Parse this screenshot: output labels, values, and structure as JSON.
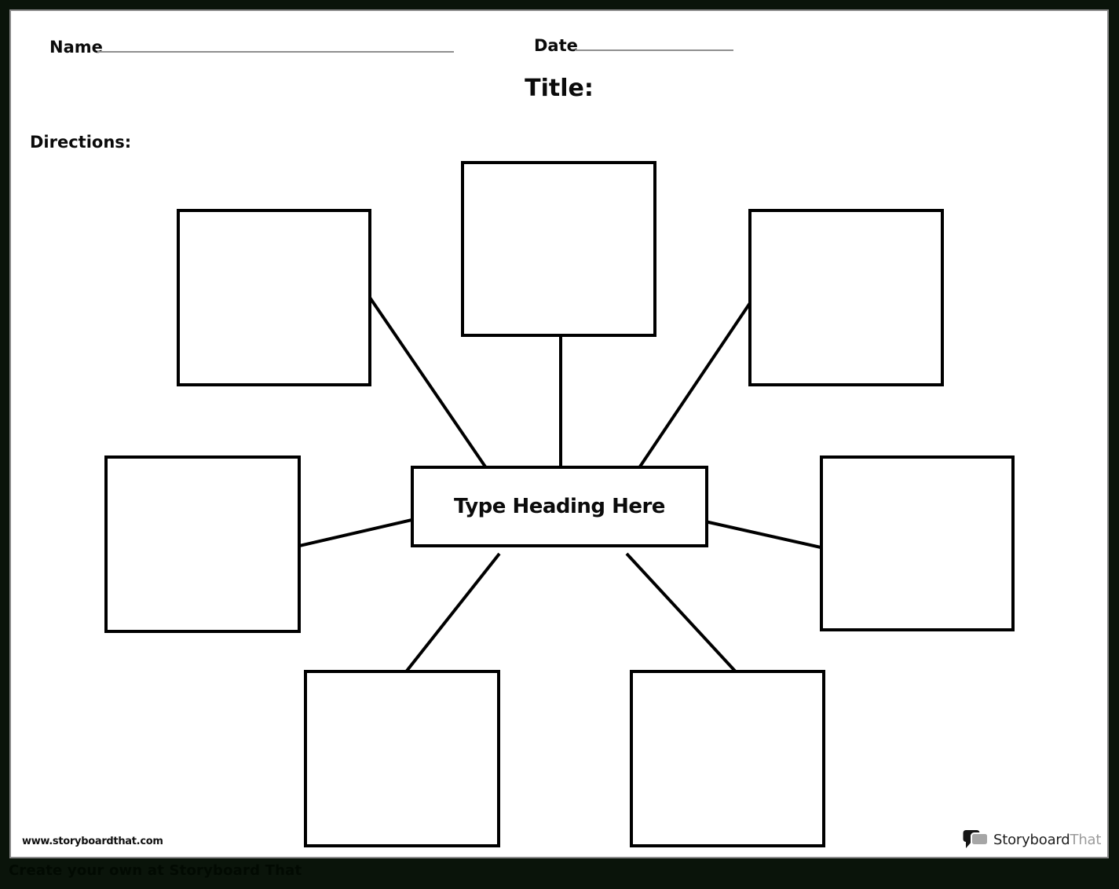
{
  "header": {
    "name_label": "Name",
    "date_label": "Date",
    "title_label": "Title:",
    "directions_label": "Directions:"
  },
  "diagram": {
    "type": "spider-map",
    "center_label": "Type Heading Here",
    "spoke_box_count": 7,
    "spoke_boxes_text": [
      "",
      "",
      "",
      "",
      "",
      "",
      ""
    ]
  },
  "footer": {
    "website": "www.storyboardthat.com",
    "tagline": "Create your own at Storyboard That",
    "logo_text_primary": "Storyboard",
    "logo_text_secondary": "That"
  },
  "colors": {
    "canvas_background": "#0a140a",
    "paper": "#ffffff",
    "ink": "#000000",
    "underline_gray": "#8f8f8f",
    "logo_gray": "#9b9b9b"
  }
}
